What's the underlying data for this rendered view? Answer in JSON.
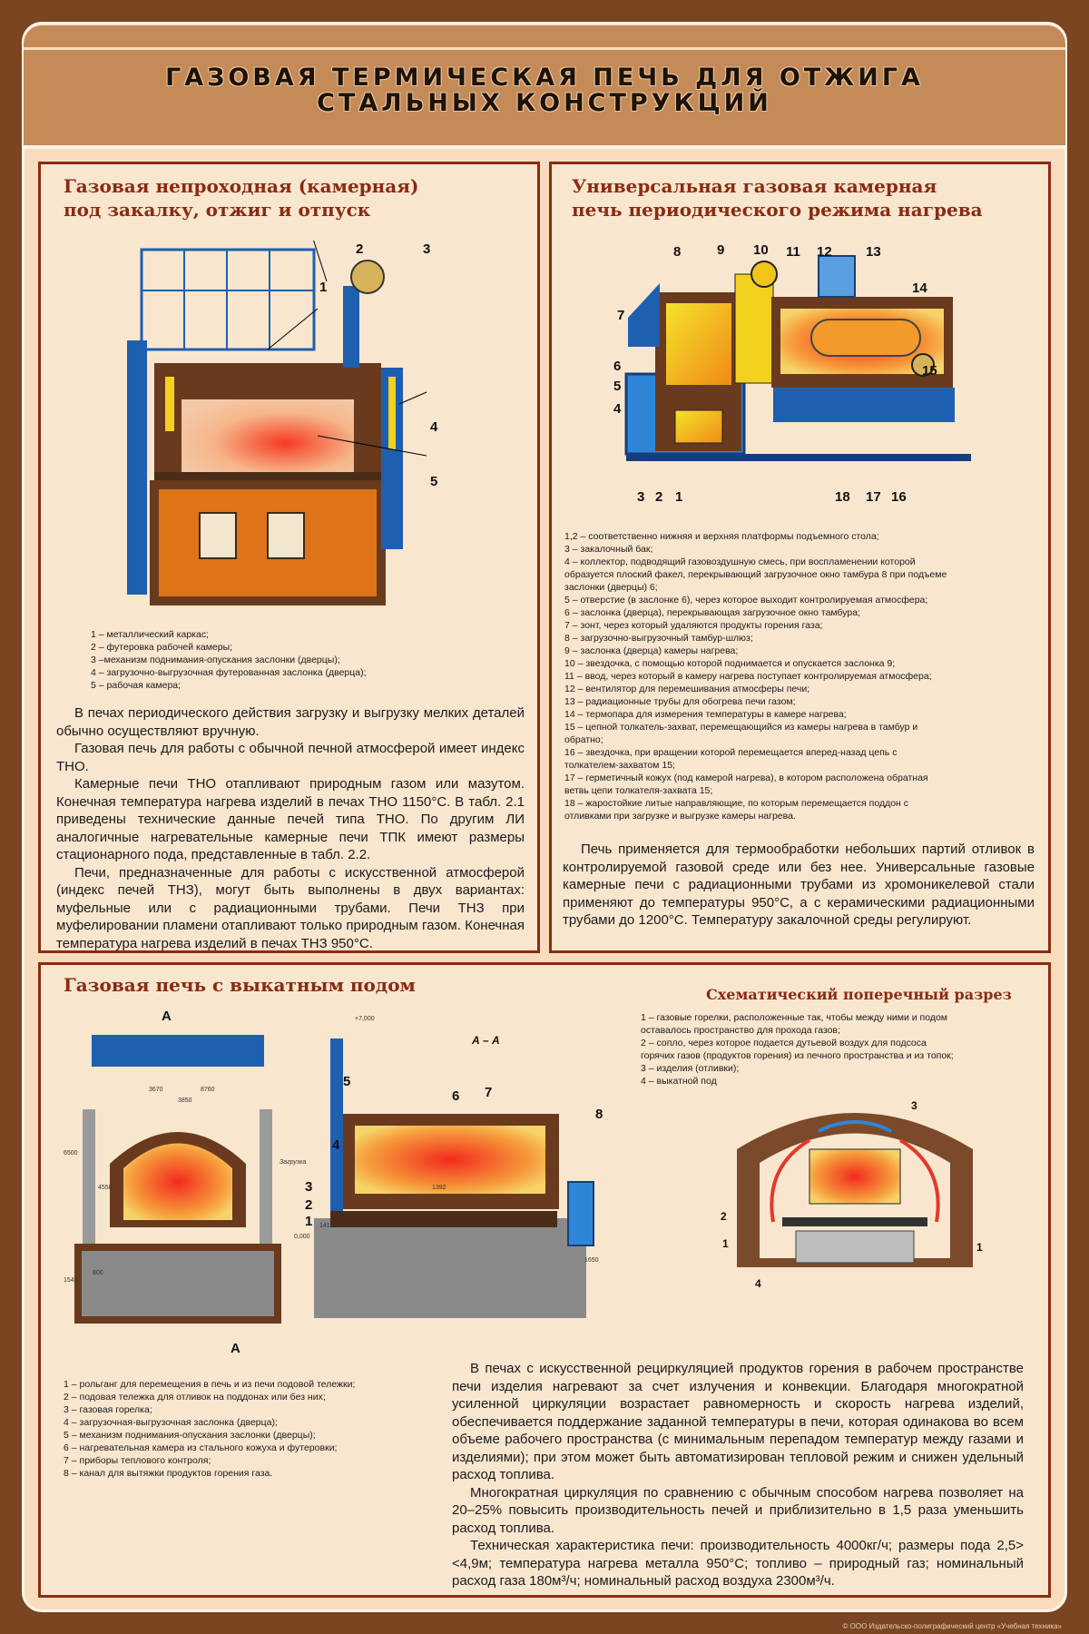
{
  "title": {
    "line1": "ГАЗОВАЯ ТЕРМИЧЕСКАЯ ПЕЧЬ ДЛЯ ОТЖИГА",
    "line2": "СТАЛЬНЫХ КОНСТРУКЦИЙ"
  },
  "panel1": {
    "heading_line1": "Газовая непроходная (камерная)",
    "heading_line2": "под закалку, отжиг и отпуск",
    "callouts": [
      "1",
      "2",
      "3",
      "4",
      "5"
    ],
    "legend": [
      "1 – металлический каркас;",
      "2 – футеровка рабочей камеры;",
      "3 –механизм поднимания-опускания заслонки (дверцы);",
      "4 – загрузочно-выгрузочная футерованная заслонка (дверца);",
      "5 – рабочая камера;"
    ],
    "paragraphs": [
      "В печах периодического действия загрузку и выгрузку мелких деталей обычно осуществляют вручную.",
      "Газовая печь для работы с обычной печной атмосферой имеет индекс ТНО.",
      "Камерные печи ТНО отапливают природным газом или мазутом. Конечная температура нагрева изделий в печах ТНО 1150°С. В табл. 2.1 приведены технические данные печей типа ТНО. По другим ЛИ аналогичные нагревательные камерные печи ТПК имеют размеры стационарного пода, представленные в табл. 2.2.",
      "Печи, предназначенные для работы с искусственной атмосферой (индекс печей ТНЗ), могут быть выполнены в двух вариантах: муфельные или с радиационными трубами. Печи ТНЗ при муфелировании пламени отапливают только природным газом. Конечная температура нагрева изделий в печах ТНЗ 950°С."
    ]
  },
  "panel2": {
    "heading_line1": "Универсальная газовая камерная",
    "heading_line2": "печь периодического режима нагрева",
    "callouts": [
      "1",
      "2",
      "3",
      "4",
      "5",
      "6",
      "7",
      "8",
      "9",
      "10",
      "11",
      "12",
      "13",
      "14",
      "15",
      "16",
      "17",
      "18"
    ],
    "legend": [
      "1,2 – соответственно нижняя и верхняя платформы подъемного стола;",
      "3 – закалочный бак;",
      "4 – коллектор, подводящий газовоздушную смесь, при воспламенении которой",
      "образуется плоский факел, перекрывающий загрузочное окно тамбура 8 при подъеме",
      "заслонки (дверцы) 6;",
      "5 – отверстие (в заслонке 6), через которое выходит контролируемая атмосфера;",
      "6 – заслонка (дверца), перекрывающая загрузочное окно тамбура;",
      "7 – зонт, через который удаляются продукты горения газа;",
      "8 – загрузочно-выгрузочный тамбур-шлюз;",
      "9 – заслонка (дверца) камеры нагрева;",
      "10 – звездочка, с помощью которой поднимается и опускается заслонка 9;",
      "11 – ввод, через который в камеру нагрева поступает контролируемая атмосфера;",
      "12 – вентилятор для перемешивания атмосферы печи;",
      "13 – радиационные трубы для обогрева печи газом;",
      "14 – термопара для измерения температуры в камере нагрева;",
      "15 – цепной толкатель-захват, перемещающийся из камеры нагрева в тамбур и",
      "обратно;",
      "16 – звездочка, при вращении которой перемещается вперед-назад цепь с",
      "толкателем-захватом 15;",
      "17 – герметичный кожух (под камерой нагрева), в котором расположена обратная",
      "ветвь цепи толкателя-захвата 15;",
      "18 – жаростойкие литые направляющие, по которым перемещается поддон с",
      "отливками при загрузке и выгрузке камеры нагрева."
    ],
    "paragraph": "Печь применяется для термообработки небольших партий отливок в контролируемой газовой среде или без нее. Универсальные газовые камерные печи с радиационными трубами из хромоникелевой стали применяют до температуры 950°С, а с керамическими радиационными трубами до 1200°С. Температуру закалочной среды регулируют."
  },
  "panel3": {
    "heading": "Газовая печь с выкатным подом",
    "subheading": "Схематический поперечный разрез",
    "section_label": "А – А",
    "marker_a": "А",
    "load_label": "Загрузка",
    "level_top": "+7,000",
    "level_zero": "0,000",
    "dims": [
      "3670",
      "8760",
      "3850",
      "6500",
      "4550",
      "1540",
      "800",
      "1410",
      "1392",
      "1650"
    ],
    "callouts": [
      "1",
      "2",
      "3",
      "4",
      "5",
      "6",
      "7",
      "8"
    ],
    "schematic_callouts": [
      "1",
      "2",
      "3",
      "4"
    ],
    "schematic_legend": [
      "1 – газовые горелки, расположенные так, чтобы между ними и подом",
      "оставалось пространство для прохода газов;",
      "2 – сопло, через которое подается дутьевой воздух для подсоса",
      "горячих газов (продуктов горения) из печного пространства и из топок;",
      "3 – изделия (отливки);",
      "4 – выкатной под"
    ],
    "legend": [
      "1 – рольганг для перемещения в печь и из печи подовой тележки;",
      "2 – подовая тележка для отливок на поддонах или без них;",
      "3 – газовая горелка;",
      "4 – загрузочная-выгрузочная заслонка (дверца);",
      "5 – механизм поднимания-опускания заслонки (дверцы);",
      "6 – нагревательная камера из стального кожуха и футеровки;",
      "7 – приборы теплового контроля;",
      "8 – канал для вытяжки продуктов горения газа."
    ],
    "paragraphs": [
      "В печах с искусственной рециркуляцией продуктов горения в рабочем пространстве печи изделия нагревают за счет излучения и конвекции. Благодаря многократной усиленной циркуляции возрастает равномерность и скорость нагрева изделий, обеспечивается поддержание заданной температуры в печи, которая одинакова во всем объеме рабочего пространства (с минимальным перепадом температур между газами и изделиями); при этом может быть автоматизирован тепловой режим и снижен удельный расход топлива.",
      "Многократная циркуляция по сравнению с обычным способом нагрева позволяет на 20–25% повысить производительность печей и приблизительно в 1,5 раза уменьшить расход топлива.",
      "Техническая характеристика печи: производительность 4000кг/ч; размеры пода 2,5><4,9м; температура нагрева металла 950°С; топливо – природный газ; номинальный расход газа 180м³/ч; номинальный расход воздуха 2300м³/ч."
    ]
  },
  "credit": "© ООО Издательско-полиграфический центр «Учебная техника»",
  "colors": {
    "border": "#7a4520",
    "band": "#c48a58",
    "panel_frame": "#8a2b12",
    "heading": "#8a2b12",
    "steel": "#1f5fb0",
    "brick": "#6a3a1e",
    "hot": "#f07a1c"
  }
}
